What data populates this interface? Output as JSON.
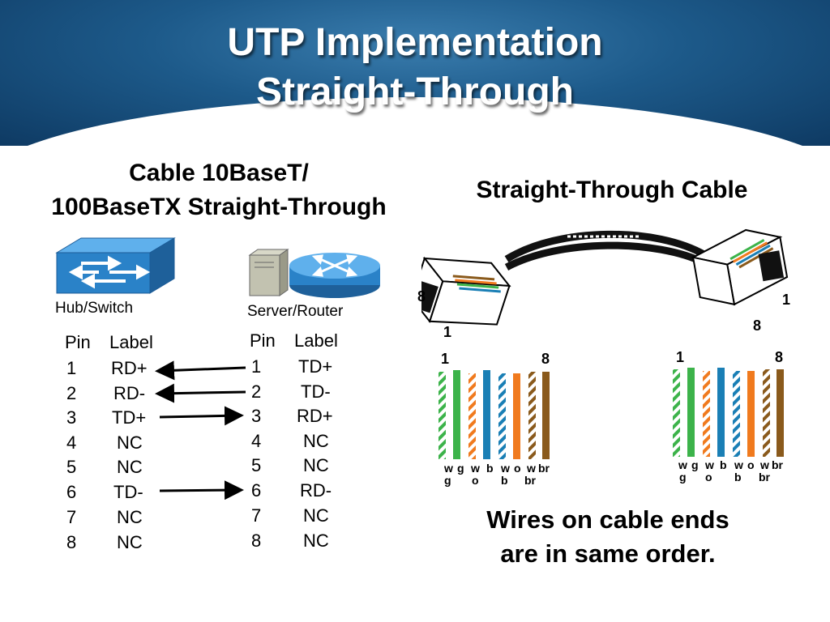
{
  "title": {
    "line1": "UTP Implementation",
    "line2": "Straight-Through"
  },
  "left_heading": {
    "line1": "Cable 10BaseT/",
    "line2": "100BaseTX Straight-Through"
  },
  "right_heading": "Straight-Through Cable",
  "devices": {
    "hub_label": "Hub/Switch",
    "server_label": "Server/Router"
  },
  "left_table": {
    "header_pin": "Pin",
    "header_label": "Label",
    "rows": [
      {
        "pin": "1",
        "label": "RD+"
      },
      {
        "pin": "2",
        "label": "RD-"
      },
      {
        "pin": "3",
        "label": "TD+"
      },
      {
        "pin": "4",
        "label": "NC"
      },
      {
        "pin": "5",
        "label": "NC"
      },
      {
        "pin": "6",
        "label": "TD-"
      },
      {
        "pin": "7",
        "label": "NC"
      },
      {
        "pin": "8",
        "label": "NC"
      }
    ]
  },
  "right_table": {
    "header_pin": "Pin",
    "header_label": "Label",
    "rows": [
      {
        "pin": "1",
        "label": "TD+"
      },
      {
        "pin": "2",
        "label": "TD-"
      },
      {
        "pin": "3",
        "label": "RD+"
      },
      {
        "pin": "4",
        "label": "NC"
      },
      {
        "pin": "5",
        "label": "NC"
      },
      {
        "pin": "6",
        "label": "RD-"
      },
      {
        "pin": "7",
        "label": "NC"
      },
      {
        "pin": "8",
        "label": "NC"
      }
    ]
  },
  "connector_numbers": {
    "left_8": "8",
    "left_1": "1",
    "right_1": "1",
    "right_8": "8"
  },
  "wire_sets": {
    "left": {
      "start": "1",
      "end": "8",
      "top_labels": [
        "w",
        "g",
        "w",
        "b",
        "w",
        "o",
        "w",
        "br"
      ],
      "bottom_labels": [
        "g",
        "o",
        "b",
        "br"
      ]
    },
    "right": {
      "start": "1",
      "end": "8",
      "top_labels": [
        "w",
        "g",
        "w",
        "b",
        "w",
        "o",
        "w",
        "br"
      ],
      "bottom_labels": [
        "g",
        "o",
        "b",
        "br"
      ]
    }
  },
  "conclusion": {
    "line1": "Wires on cable ends",
    "line2": "are in same order."
  },
  "colors": {
    "header_blue": "#1d5a8a",
    "green": "#3cb34a",
    "orange": "#f07a1e",
    "blue": "#1a7fb5",
    "brown": "#8a5a1c",
    "device_blue": "#2a82c8"
  }
}
